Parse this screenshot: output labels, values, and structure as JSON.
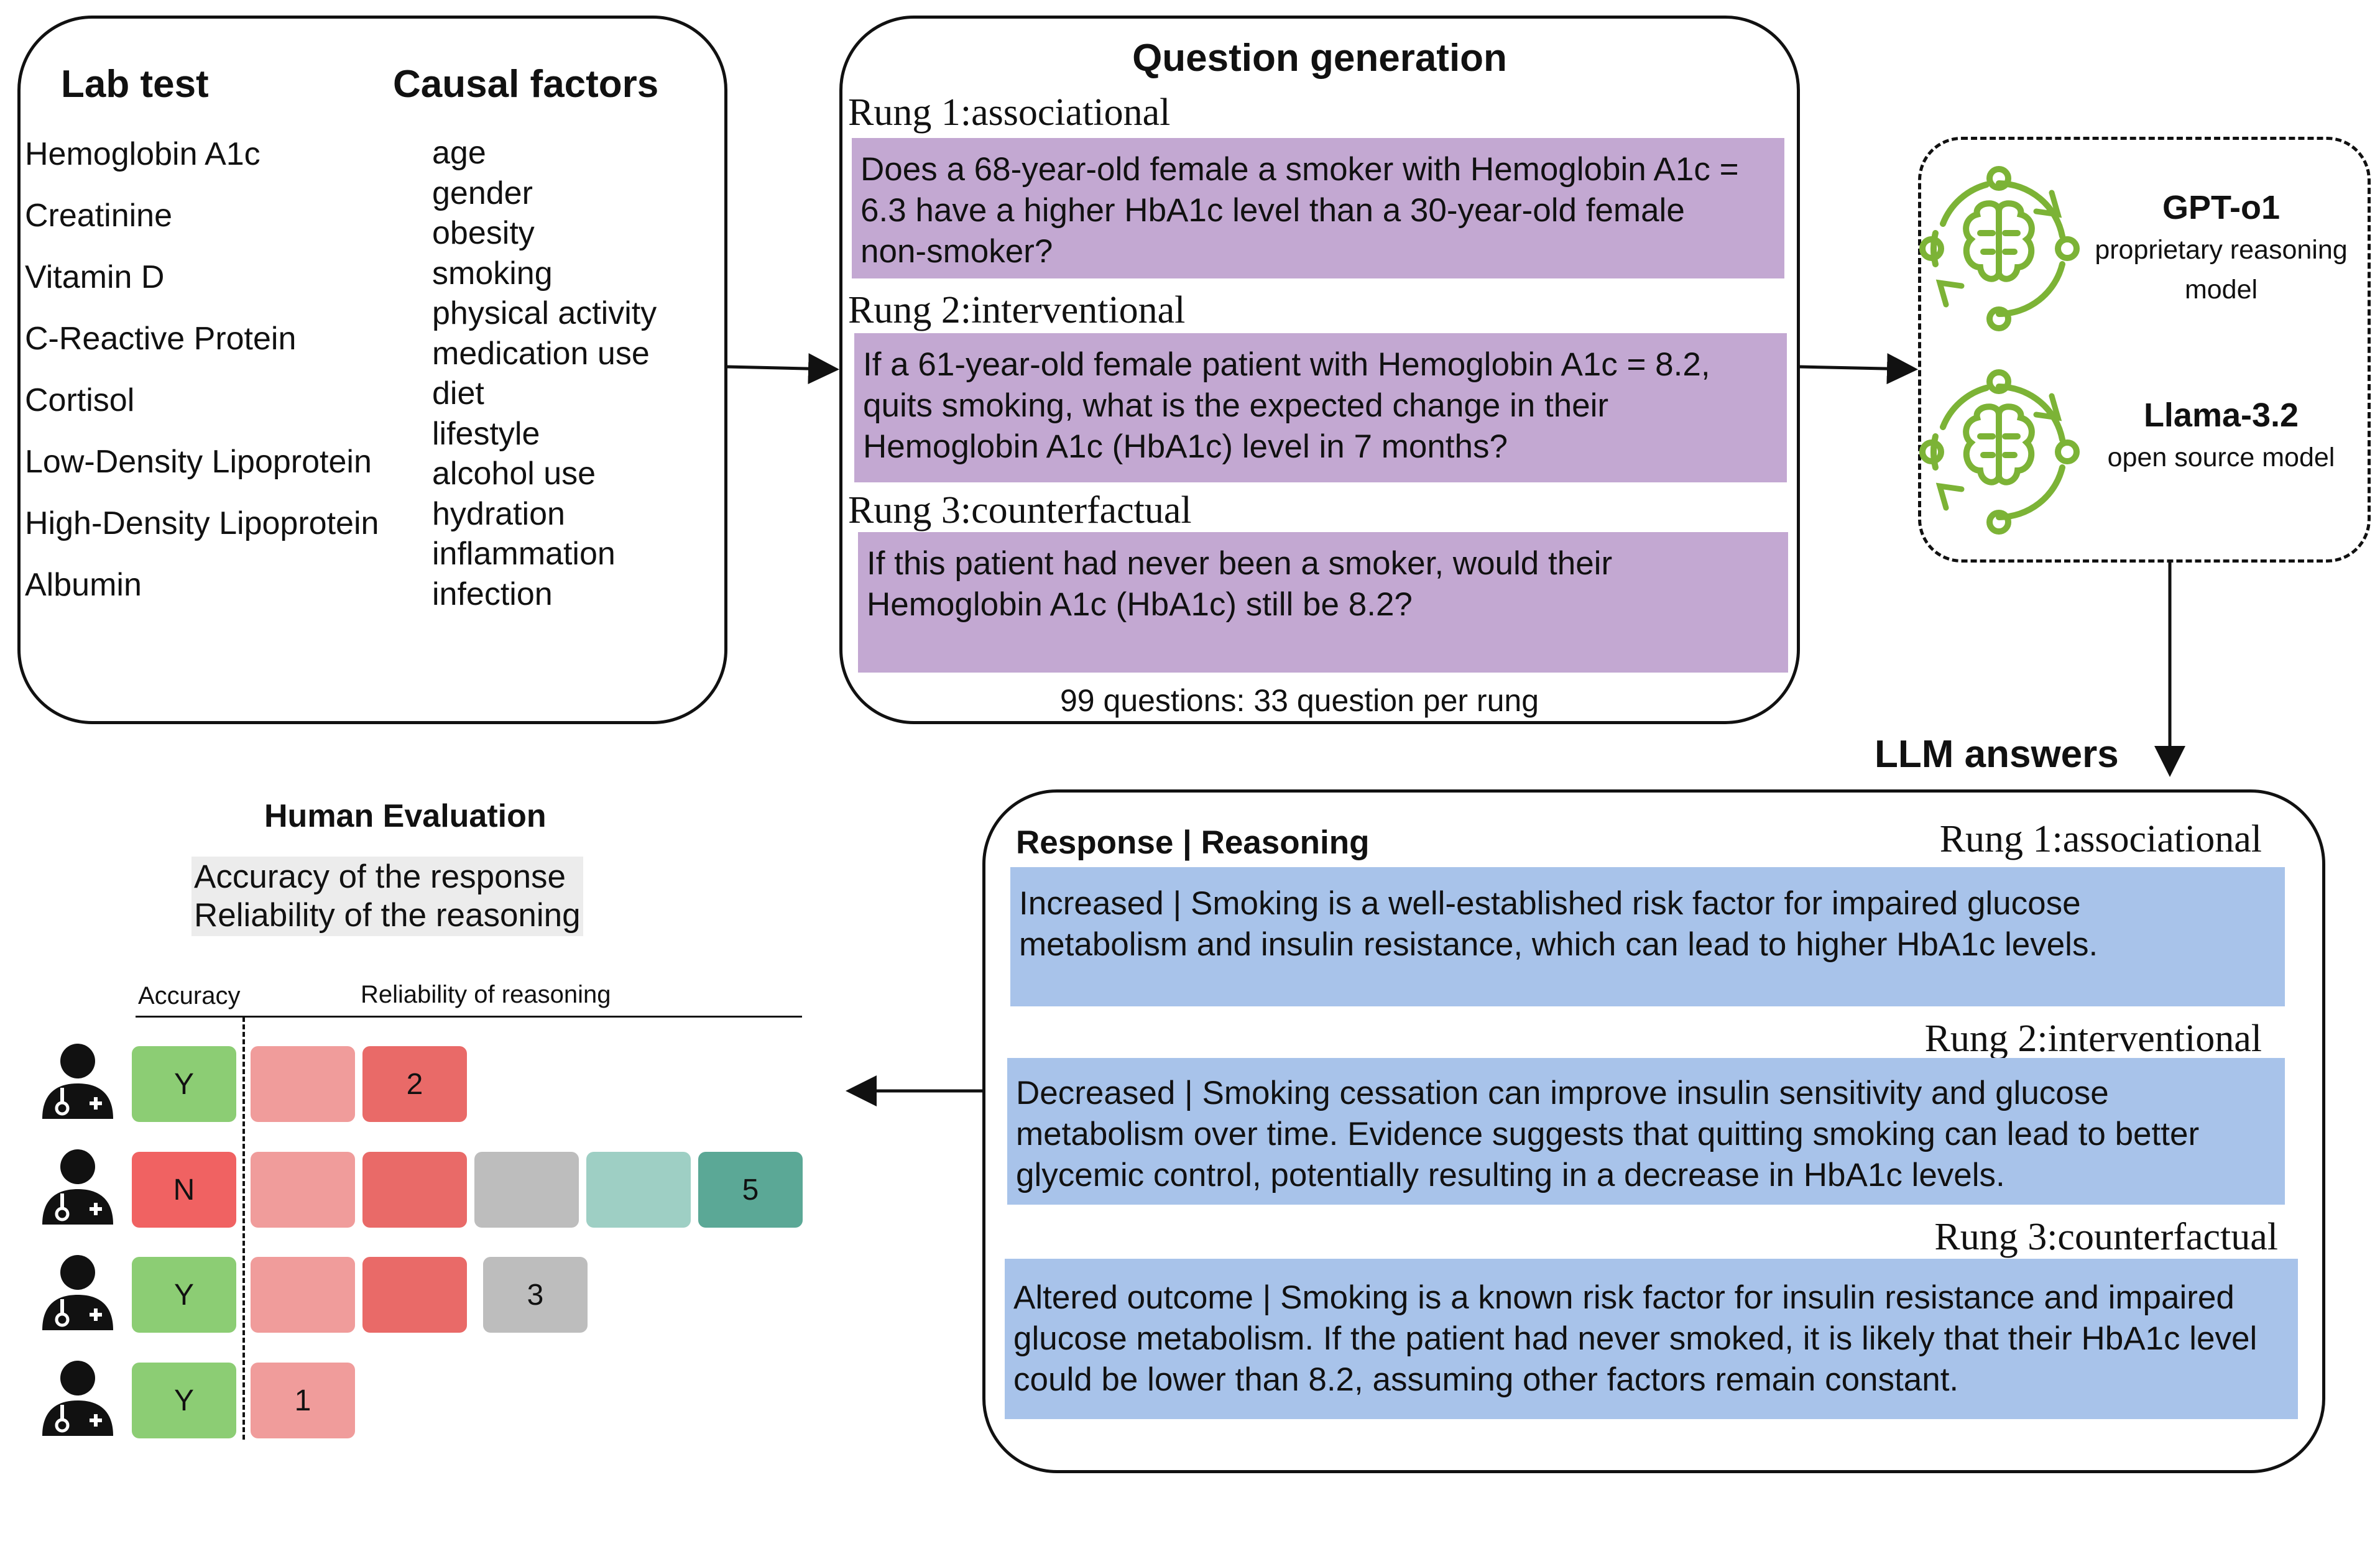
{
  "lab_panel": {
    "lab_title": "Lab test",
    "causal_title": "Causal factors",
    "lab_tests": [
      "Hemoglobin A1c",
      "Creatinine",
      "Vitamin D",
      "C-Reactive Protein",
      "Cortisol",
      "Low-Density Lipoprotein",
      "High-Density Lipoprotein",
      "Albumin"
    ],
    "causal_factors": [
      "age",
      "gender",
      "obesity",
      "smoking",
      "physical activity",
      "medication use",
      "diet",
      "lifestyle",
      "alcohol use",
      "hydration",
      "inflammation",
      "infection"
    ]
  },
  "question_panel": {
    "title": "Question generation",
    "rungs": [
      {
        "label": "Rung 1:associational",
        "lines": [
          "Does a 68-year-old female a smoker with Hemoglobin A1c =",
          "6.3 have a higher HbA1c level than a 30-year-old female",
          "non-smoker?"
        ]
      },
      {
        "label": "Rung 2:interventional",
        "lines": [
          "If a 61-year-old female patient with Hemoglobin A1c = 8.2,",
          "quits smoking, what is the expected change in their",
          "Hemoglobin A1c (HbA1c) level in 7 months?"
        ]
      },
      {
        "label": "Rung 3:counterfactual",
        "lines": [
          "If this patient had never been a smoker, would their",
          "Hemoglobin A1c (HbA1c) still be 8.2?"
        ]
      }
    ],
    "footer": "99 questions: 33 question per rung"
  },
  "models_panel": {
    "models": [
      {
        "name": "GPT-o1",
        "desc_lines": [
          "proprietary reasoning",
          "model"
        ],
        "icon": "brain-cycle-icon"
      },
      {
        "name": "Llama-3.2",
        "desc_lines": [
          "open source model"
        ],
        "icon": "brain-cycle-icon"
      }
    ]
  },
  "answers_panel": {
    "title": "LLM answers",
    "header": "Response | Reasoning",
    "rungs": [
      {
        "label": "Rung 1:associational",
        "lines": [
          "Increased | Smoking is a well-established risk factor for impaired glucose",
          "metabolism and insulin resistance, which can lead to higher HbA1c levels."
        ]
      },
      {
        "label": "Rung 2:interventional",
        "lines": [
          "Decreased | Smoking cessation can improve insulin sensitivity and glucose",
          "metabolism over time. Evidence suggests that quitting smoking can lead to better",
          "glycemic control, potentially resulting in a decrease in HbA1c levels."
        ]
      },
      {
        "label": "Rung 3:counterfactual",
        "lines": [
          "Altered outcome | Smoking is a known risk factor for insulin resistance and impaired",
          "glucose metabolism. If the patient had never smoked, it is likely that their HbA1c level",
          "could be lower than 8.2, assuming other factors remain constant."
        ]
      }
    ]
  },
  "human_eval": {
    "title": "Human Evaluation",
    "criteria": [
      "Accuracy of the response",
      "Reliability of the reasoning"
    ],
    "accuracy_header": "Accuracy",
    "reliability_header": "Reliability of reasoning",
    "rows": [
      {
        "accuracy": "Y",
        "score": "2",
        "score_value": 2
      },
      {
        "accuracy": "N",
        "score": "5",
        "score_value": 5
      },
      {
        "accuracy": "Y",
        "score": "3",
        "score_value": 3
      },
      {
        "accuracy": "Y",
        "score": "1",
        "score_value": 1
      }
    ],
    "colors": {
      "yes": "#8ccd74",
      "no": "#f06262",
      "level1": "#f09c9b",
      "level2": "#e96a68",
      "level3": "#bdbdbd",
      "level4": "#9ecfc4",
      "level5": "#5ba896"
    }
  }
}
